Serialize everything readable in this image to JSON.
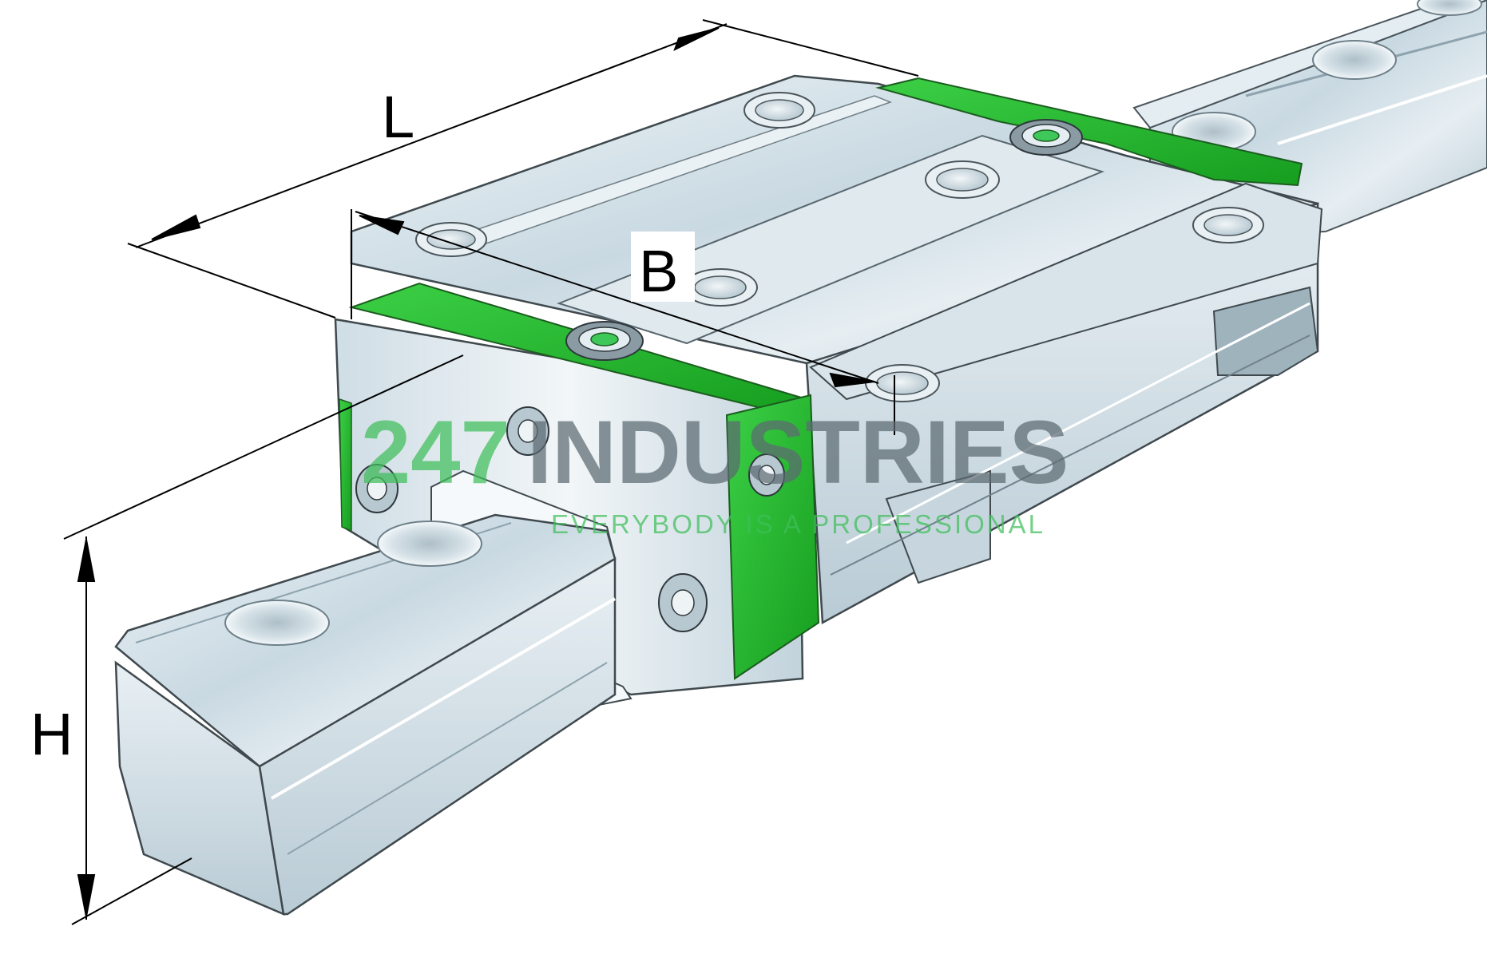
{
  "dimensions": {
    "length_label": "L",
    "width_label": "B",
    "height_label": "H"
  },
  "watermark": {
    "brand_digits": "247",
    "brand_word": "INDUSTRIES",
    "tagline": "EVERYBODY IS A PROFESSIONAL"
  },
  "colors": {
    "seal_green": "#22b52b",
    "steel": "#d4e2ea",
    "watermark_green": "#3fbf5a",
    "watermark_gray": "#5c6a72"
  }
}
